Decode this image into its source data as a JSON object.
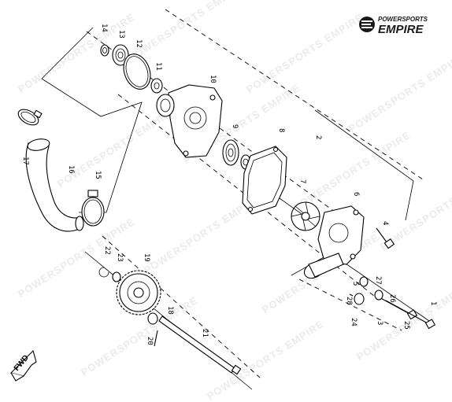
{
  "brand": {
    "top_text": "POWERSPORTS",
    "main_text": "EMPIRE"
  },
  "watermark_text": "POWERSPORTS EMPIRE",
  "direction_marker": "FWD",
  "callouts": [
    "1",
    "2",
    "3",
    "4",
    "5",
    "6",
    "7",
    "8",
    "9",
    "10",
    "11",
    "12",
    "13",
    "14",
    "15",
    "16",
    "17",
    "18",
    "19",
    "20",
    "21",
    "22",
    "23",
    "24",
    "25",
    "26",
    "27",
    "28"
  ]
}
